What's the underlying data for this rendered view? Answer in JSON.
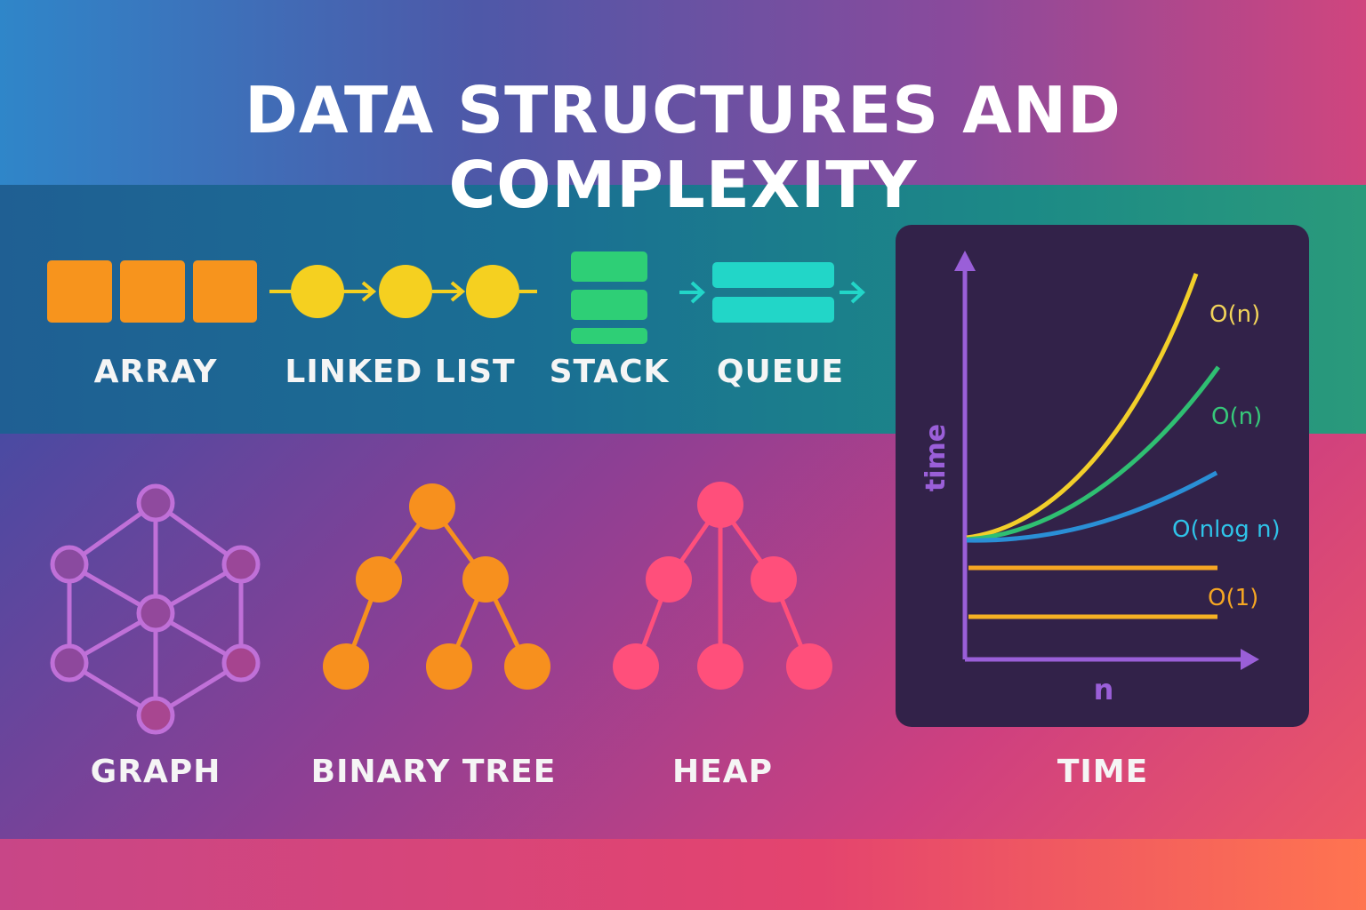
{
  "title": "DATA STRUCTURES AND COMPLEXITY",
  "labels": {
    "array": "ARRAY",
    "linked_list": "LINKED LIST",
    "stack": "STACK",
    "queue": "QUEUE",
    "graph": "GRAPH",
    "binary_tree": "BINARY TREE",
    "heap": "HEAP",
    "time": "TIME"
  },
  "chart": {
    "ylabel": "time",
    "xlabel": "n",
    "curve_labels": [
      "O(n)",
      "O(n)",
      "O(nlog n)",
      "O(1)"
    ]
  },
  "colors": {
    "array": "#f7941d",
    "linked_list": "#f5d020",
    "stack": "#2ecf76",
    "queue": "#22d6c8",
    "graph": "#c070d8",
    "binary_tree": "#f7901e",
    "heap": "#ff4f7b",
    "axis": "#9a5fd8",
    "curve_yellow": "#f2cf2a",
    "curve_green": "#2fbf72",
    "curve_blue": "#2a8fd6",
    "curve_orange": "#f5a623"
  }
}
